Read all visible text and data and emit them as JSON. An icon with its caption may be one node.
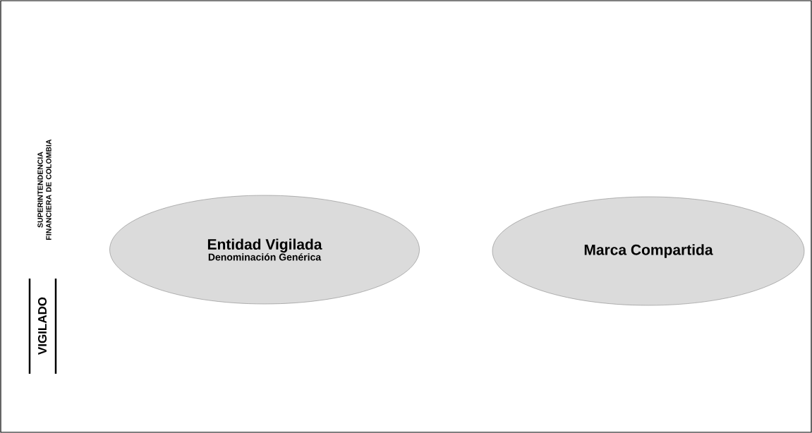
{
  "diagram": {
    "nodes": [
      {
        "text": [
          "Entidad Vigilada",
          "Denominación Genérica"
        ]
      },
      {
        "text": [
          "Marca Compartida"
        ]
      }
    ],
    "labels": [
      "VIGILADO",
      "SUPERINTENDENCIA FINANCIERA DE COLOMBIA"
    ]
  }
}
